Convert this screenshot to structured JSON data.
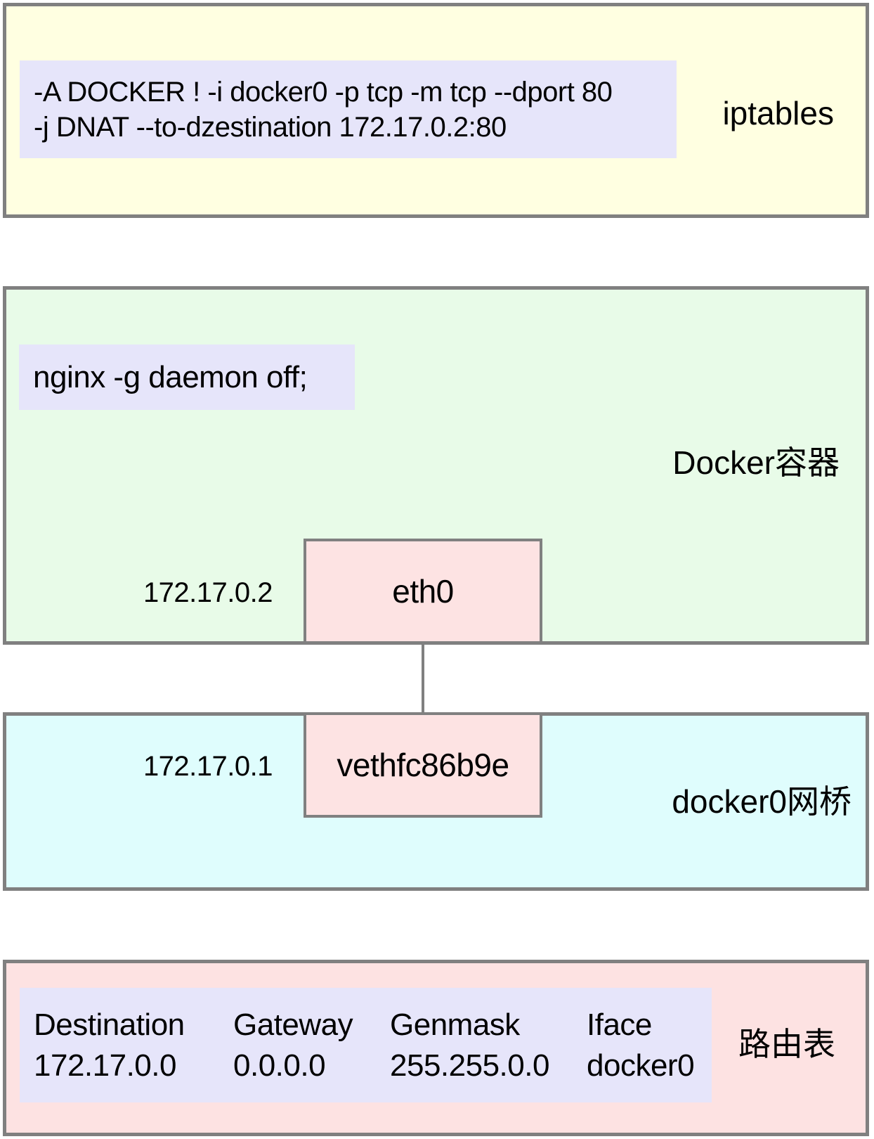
{
  "iptables_panel": {
    "label": "iptables",
    "command_line1": "-A DOCKER ! -i docker0 -p tcp -m tcp --dport 80",
    "command_line2": "-j DNAT --to-dzestination 172.17.0.2:80"
  },
  "container_panel": {
    "label": "Docker容器",
    "command": "nginx -g daemon off;",
    "interface_name": "eth0",
    "interface_ip": "172.17.0.2"
  },
  "bridge_panel": {
    "label": "docker0网桥",
    "interface_name": "vethfc86b9e",
    "interface_ip": "172.17.0.1"
  },
  "route_panel": {
    "label": "路由表",
    "table": {
      "headers": [
        "Destination",
        "Gateway",
        "Genmask",
        "Iface"
      ],
      "row": [
        "172.17.0.0",
        "0.0.0.0",
        "255.255.0.0",
        "docker0"
      ]
    }
  },
  "colors": {
    "panel_border": "#808080",
    "iptables_panel_bg": "#FFFFE1",
    "container_panel_bg": "#E8FBE8",
    "bridge_panel_bg": "#DFFDFD",
    "route_panel_bg": "#FDE2E2",
    "interface_box_bg": "#FDE3E3",
    "code_chip_bg": "#E6E5FA",
    "text": "#000000"
  }
}
